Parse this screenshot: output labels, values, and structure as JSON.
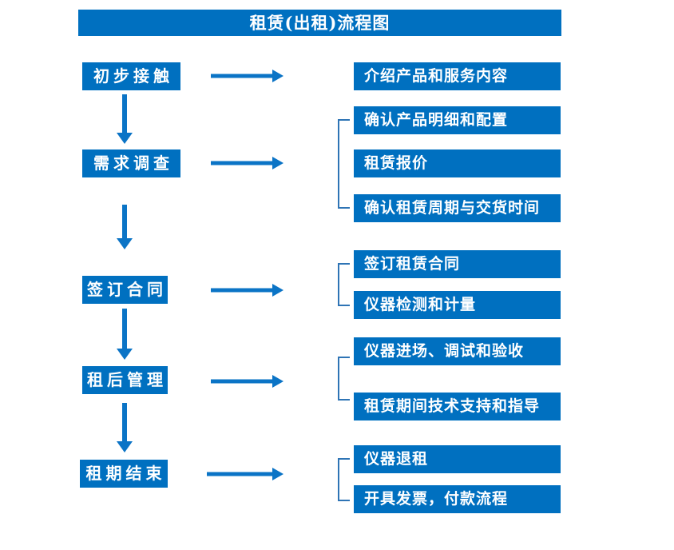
{
  "title": "租赁(出租)流程图",
  "steps": [
    {
      "label": "初步接触",
      "outputs": [
        "介绍产品和服务内容"
      ]
    },
    {
      "label": "需求调查",
      "outputs": [
        "确认产品明细和配置",
        "租赁报价",
        "确认租赁周期与交货时间"
      ]
    },
    {
      "label": "签订合同",
      "outputs": [
        "签订租赁合同",
        "仪器检测和计量"
      ]
    },
    {
      "label": "租后管理",
      "outputs": [
        "仪器进场、调试和验收",
        "租赁期间技术支持和指导"
      ]
    },
    {
      "label": "租期结束",
      "outputs": [
        "仪器退租",
        "开具发票，付款流程"
      ]
    }
  ],
  "colors": {
    "primary_blue": "#0070C0",
    "arrow_blue": "#0B74C6",
    "bracket_blue": "#2E74B5",
    "text_white": "#FFFFFF",
    "background": "#FFFFFF"
  }
}
